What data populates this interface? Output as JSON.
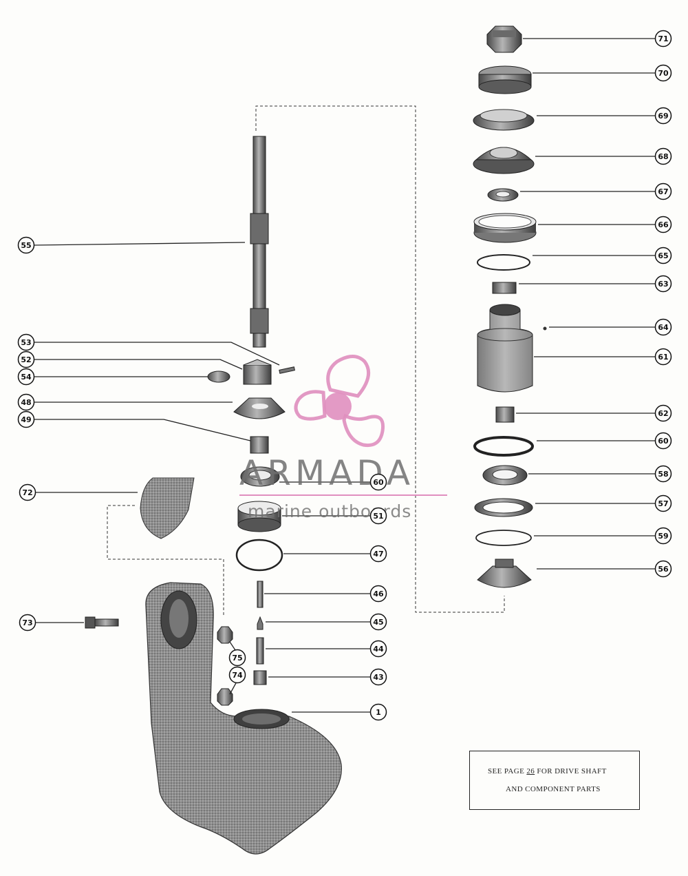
{
  "diagram": {
    "callouts": [
      {
        "id": "71",
        "label": "71"
      },
      {
        "id": "70",
        "label": "70"
      },
      {
        "id": "69",
        "label": "69"
      },
      {
        "id": "68",
        "label": "68"
      },
      {
        "id": "67",
        "label": "67"
      },
      {
        "id": "66",
        "label": "66"
      },
      {
        "id": "65",
        "label": "65"
      },
      {
        "id": "63",
        "label": "63"
      },
      {
        "id": "64",
        "label": "64"
      },
      {
        "id": "61",
        "label": "61"
      },
      {
        "id": "62",
        "label": "62"
      },
      {
        "id": "60b",
        "label": "60"
      },
      {
        "id": "58",
        "label": "58"
      },
      {
        "id": "57",
        "label": "57"
      },
      {
        "id": "59",
        "label": "59"
      },
      {
        "id": "56",
        "label": "56"
      },
      {
        "id": "55",
        "label": "55"
      },
      {
        "id": "53",
        "label": "53"
      },
      {
        "id": "52",
        "label": "52"
      },
      {
        "id": "54",
        "label": "54"
      },
      {
        "id": "48",
        "label": "48"
      },
      {
        "id": "49",
        "label": "49"
      },
      {
        "id": "72",
        "label": "72"
      },
      {
        "id": "60a",
        "label": "60"
      },
      {
        "id": "51",
        "label": "51"
      },
      {
        "id": "47",
        "label": "47"
      },
      {
        "id": "46",
        "label": "46"
      },
      {
        "id": "45",
        "label": "45"
      },
      {
        "id": "44",
        "label": "44"
      },
      {
        "id": "43",
        "label": "43"
      },
      {
        "id": "1",
        "label": "1"
      },
      {
        "id": "73",
        "label": "73"
      },
      {
        "id": "75",
        "label": "75"
      },
      {
        "id": "74",
        "label": "74"
      }
    ]
  },
  "note": {
    "line1_before": "SEE PAGE ",
    "page": "26",
    "line1_after": " FOR DRIVE SHAFT",
    "line2": "AND COMPONENT PARTS"
  },
  "watermark": {
    "brand": "ARMADA",
    "tagline": "marine outboards",
    "accent_color": "#e08fbf"
  }
}
